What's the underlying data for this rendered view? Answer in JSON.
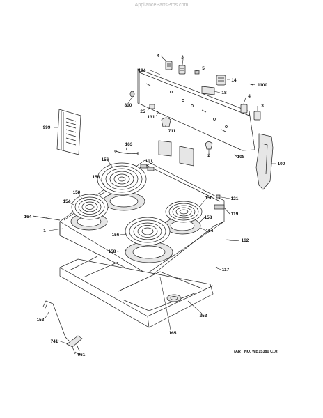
{
  "watermark": "AppliancePartsPros.com",
  "art_number": "(ART NO. WB15380 C10)",
  "callouts": {
    "c4a": "4",
    "c3a": "3",
    "c104": "104",
    "c5": "5",
    "c14": "14",
    "c1100": "1100",
    "c18": "18",
    "c800": "800",
    "c25": "25",
    "c131": "131",
    "c4b": "4",
    "c3b": "3",
    "c999": "999",
    "c711": "711",
    "c2": "2",
    "c108": "108",
    "c163": "163",
    "c101": "101",
    "c100": "100",
    "c156a": "156",
    "c158a": "158",
    "c150a": "150",
    "c154a": "154",
    "c121": "121",
    "c164": "164",
    "c150b": "150",
    "c119": "119",
    "c1": "1",
    "c156b": "156",
    "c154b": "154",
    "c158b": "158",
    "c162": "162",
    "c117": "117",
    "c158c": "158",
    "c153": "153",
    "c253": "253",
    "c165": "165",
    "c741": "741",
    "c961": "961"
  },
  "colors": {
    "line": "#1a1a1a",
    "shade": "#d0d0d0",
    "watermark": "#b5b5b5"
  }
}
